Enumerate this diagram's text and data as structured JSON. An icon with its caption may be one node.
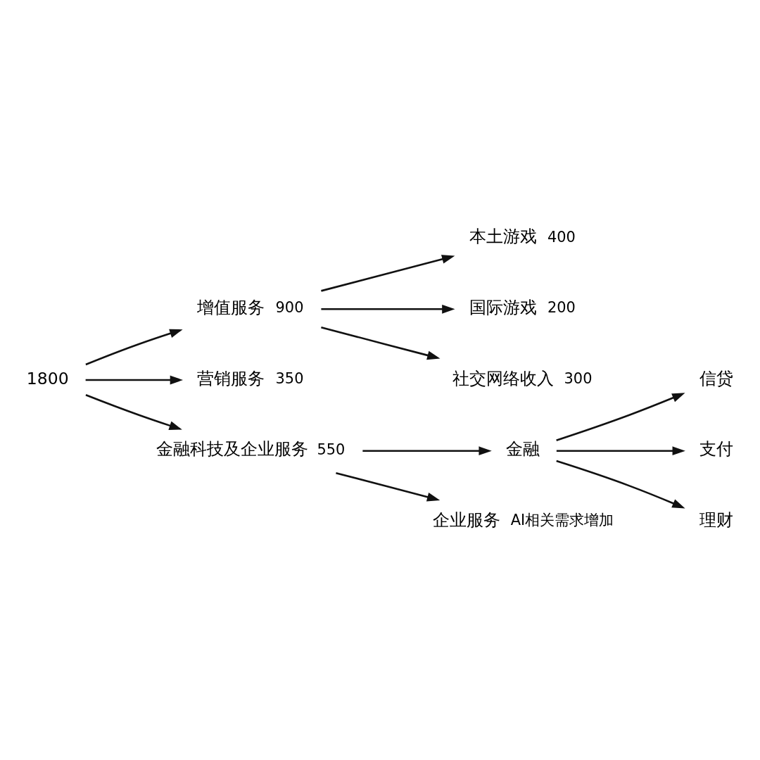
{
  "diagram": {
    "nodes": [
      {
        "text": [
          "1800"
        ]
      },
      {
        "text": [
          "增值服务"
        ],
        "beside": [
          "900"
        ]
      },
      {
        "text": [
          "本土游戏"
        ],
        "beside": [
          "400"
        ]
      },
      {
        "text": [
          "国际游戏"
        ],
        "beside": [
          "200"
        ]
      },
      {
        "text": [
          "社交网络收入"
        ],
        "beside": [
          "300"
        ]
      },
      {
        "text": [
          "营销服务"
        ],
        "beside": [
          "350"
        ]
      },
      {
        "text": [
          "金融科技及企业服务"
        ],
        "beside": [
          "550"
        ]
      },
      {
        "text": [
          "金融"
        ]
      },
      {
        "text": [
          "信贷"
        ]
      },
      {
        "text": [
          "支付"
        ]
      },
      {
        "text": [
          "理财"
        ]
      },
      {
        "text": [
          "企业服务"
        ],
        "beside": [
          "AI相关需求增加"
        ]
      }
    ],
    "edges": [
      {
        "from": 0,
        "to": 1,
        "arrow": "to"
      },
      {
        "from": 0,
        "to": 5,
        "arrow": "to"
      },
      {
        "from": 0,
        "to": 6,
        "arrow": "to"
      },
      {
        "from": 1,
        "to": 2,
        "arrow": "to"
      },
      {
        "from": 1,
        "to": 3,
        "arrow": "to"
      },
      {
        "from": 1,
        "to": 4,
        "arrow": "to"
      },
      {
        "from": 6,
        "to": 7,
        "arrow": "to"
      },
      {
        "from": 6,
        "to": 11,
        "arrow": "to"
      },
      {
        "from": 7,
        "to": 8,
        "arrow": "to"
      },
      {
        "from": 7,
        "to": 9,
        "arrow": "to"
      },
      {
        "from": 7,
        "to": 10,
        "arrow": "to"
      }
    ]
  }
}
